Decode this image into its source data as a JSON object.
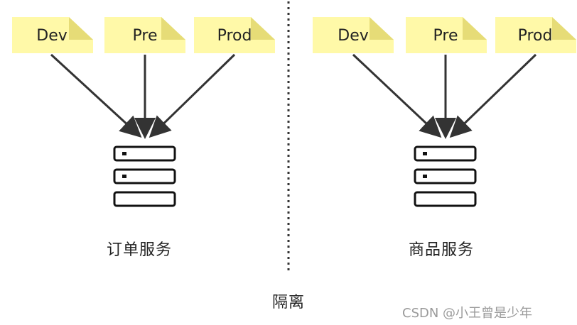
{
  "colors": {
    "note_fill": "#fff9a8",
    "note_fold": "#e6dc77",
    "arrow": "#333333",
    "server_stroke": "#111111",
    "divider": "#333333",
    "watermark": "#9a9a9a"
  },
  "groups": [
    {
      "environments": [
        "Dev",
        "Pre",
        "Prod"
      ],
      "service_label": "订单服务"
    },
    {
      "environments": [
        "Dev",
        "Pre",
        "Prod"
      ],
      "service_label": "商品服务"
    }
  ],
  "divider_label": "隔离",
  "watermark": "CSDN @小王曾是少年",
  "icons": {
    "server": "server-stack-icon",
    "note": "sticky-note-icon"
  }
}
